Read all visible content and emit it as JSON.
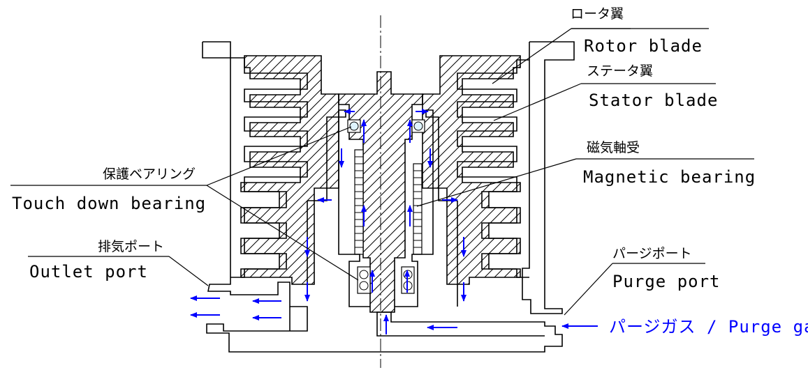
{
  "colors": {
    "line": "#000000",
    "flow_arrow": "#0000ff",
    "background": "#ffffff"
  },
  "labels": {
    "rotor_blade_jp": "ロータ翼",
    "rotor_blade_en": "Rotor blade",
    "stator_blade_jp": "ステータ翼",
    "stator_blade_en": "Stator blade",
    "magnetic_bearing_jp": "磁気軸受",
    "magnetic_bearing_en": "Magnetic bearing",
    "touchdown_bearing_jp": "保護ベアリング",
    "touchdown_bearing_en": "Touch down bearing",
    "outlet_port_jp": "排気ポート",
    "outlet_port_en": "Outlet port",
    "purge_port_jp": "パージポート",
    "purge_port_en": "Purge port",
    "purge_gas": "パージガス / Purge gas"
  }
}
